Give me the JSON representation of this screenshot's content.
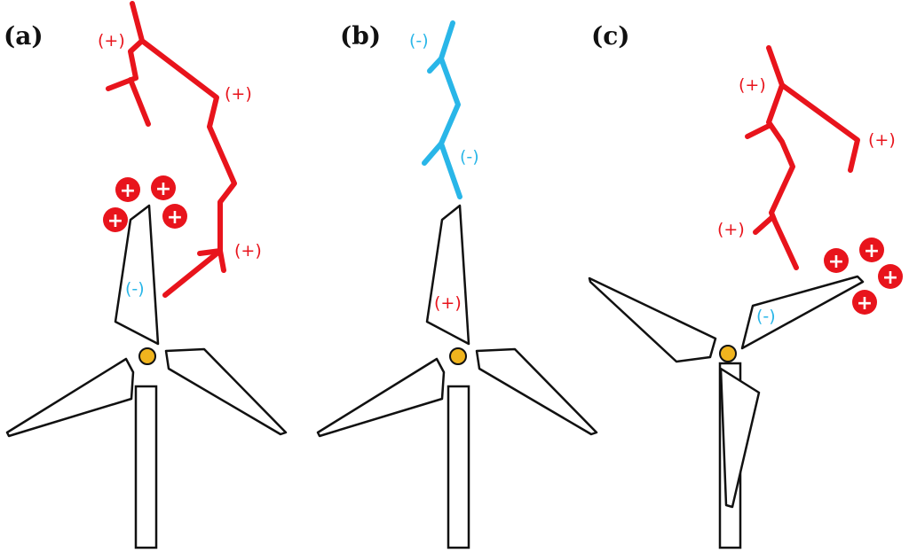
{
  "colors": {
    "positive": "#e8141c",
    "negative": "#29b6e8",
    "hub": "#f0b41e",
    "outline": "#111111"
  },
  "panels": [
    {
      "label": "(a)",
      "leader_polarity": "positive",
      "leader_labels": [
        "(+)",
        "(+)",
        "(+)"
      ],
      "blade_label": "(-)",
      "blade_label_polarity": "negative",
      "charge_cluster_count": 4
    },
    {
      "label": "(b)",
      "leader_polarity": "negative",
      "leader_labels": [
        "(-)",
        "(-)"
      ],
      "blade_label": "(+)",
      "blade_label_polarity": "positive",
      "charge_cluster_count": 0
    },
    {
      "label": "(c)",
      "leader_polarity": "positive",
      "leader_labels": [
        "(+)",
        "(+)",
        "(+)"
      ],
      "blade_label": "(-)",
      "blade_label_polarity": "negative",
      "charge_cluster_count": 4
    }
  ],
  "charge_symbol": "+",
  "icons": [
    "wind-turbine-icon",
    "lightning-leader-icon",
    "positive-charge-icon"
  ]
}
